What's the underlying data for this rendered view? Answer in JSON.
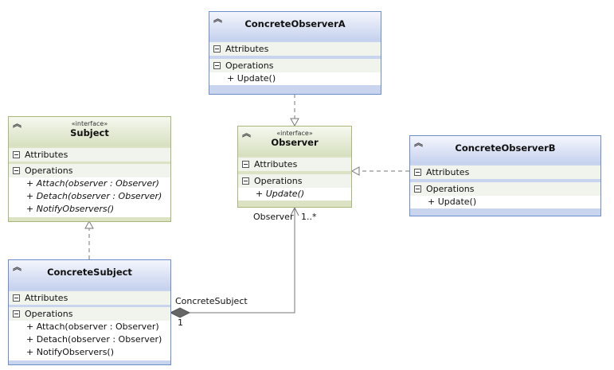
{
  "colors": {
    "class_blue": "#c9d5ee",
    "interface_green": "#dbe3c4",
    "line": "#777777"
  },
  "classes": {
    "concrete_observer_a": {
      "name": "ConcreteObserverA",
      "attributes_label": "Attributes",
      "operations_label": "Operations",
      "operations": [
        "+ Update()"
      ]
    },
    "observer": {
      "stereotype": "«interface»",
      "name": "Observer",
      "attributes_label": "Attributes",
      "operations_label": "Operations",
      "operations": [
        "+ Update()"
      ]
    },
    "concrete_observer_b": {
      "name": "ConcreteObserverB",
      "attributes_label": "Attributes",
      "operations_label": "Operations",
      "operations": [
        "+ Update()"
      ]
    },
    "subject": {
      "stereotype": "«interface»",
      "name": "Subject",
      "attributes_label": "Attributes",
      "operations_label": "Operations",
      "operations": [
        "+ Attach(observer : Observer)",
        "+ Detach(observer : Observer)",
        "+ NotifyObservers()"
      ]
    },
    "concrete_subject": {
      "name": "ConcreteSubject",
      "attributes_label": "Attributes",
      "operations_label": "Operations",
      "operations": [
        "+ Attach(observer : Observer)",
        "+ Detach(observer : Observer)",
        "+ NotifyObservers()"
      ]
    }
  },
  "association": {
    "source_role": "ConcreteSubject",
    "source_multiplicity": "1",
    "target_role": "Observer",
    "target_multiplicity": "1..*"
  }
}
